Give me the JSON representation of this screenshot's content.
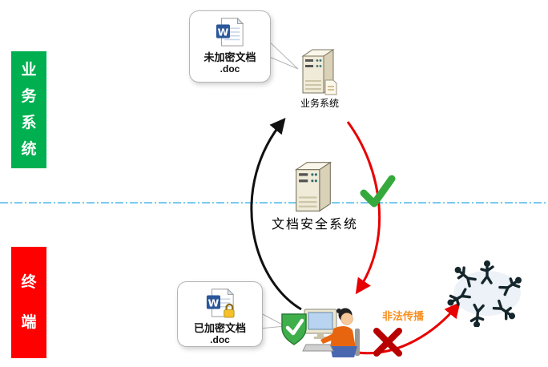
{
  "diagram_title": "document-security-flow",
  "zones": {
    "business": {
      "label": "业务系统"
    },
    "terminal": {
      "label": "终端"
    }
  },
  "callouts": {
    "unencrypted": {
      "title": "未加密文档",
      "ext": ".doc"
    },
    "encrypted": {
      "title": "已加密文档",
      "ext": ".doc"
    }
  },
  "nodes": {
    "business_server": {
      "label": "业务系统"
    },
    "security_server": {
      "label": "文档安全系统"
    }
  },
  "annotations": {
    "illegal_spread": {
      "label": "非法传播"
    }
  },
  "icons": {
    "word_letter": "W"
  },
  "colors": {
    "business_zone": "#00B050",
    "terminal_zone": "#FF0000",
    "divider": "#4DB8E8",
    "illegal_text": "#F78F20",
    "allowed_check": "#35A93C",
    "blocked_cross": "#B80000",
    "arrow_red": "#E80000",
    "arrow_black": "#111111",
    "word_blue": "#2B579A"
  }
}
